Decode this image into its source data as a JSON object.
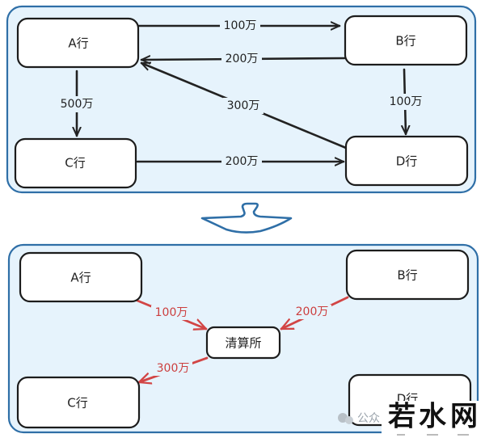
{
  "before": {
    "title": "bilateral-settlement",
    "nodes": {
      "A": "A行",
      "B": "B行",
      "C": "C行",
      "D": "D行"
    },
    "edges": [
      {
        "from": "A",
        "to": "B",
        "label": "100万"
      },
      {
        "from": "B",
        "to": "A",
        "label": "200万"
      },
      {
        "from": "D",
        "to": "A",
        "label": "300万"
      },
      {
        "from": "A",
        "to": "C",
        "label": "500万"
      },
      {
        "from": "B",
        "to": "D",
        "label": "100万"
      },
      {
        "from": "C",
        "to": "D",
        "label": "200万"
      }
    ]
  },
  "after": {
    "title": "centralized-clearing",
    "nodes": {
      "A": "A行",
      "B": "B行",
      "C": "C行",
      "D": "D行",
      "hub": "清算所"
    },
    "edges": [
      {
        "from": "A",
        "to": "hub",
        "label": "100万"
      },
      {
        "from": "B",
        "to": "hub",
        "label": "200万"
      },
      {
        "from": "hub",
        "to": "C",
        "label": "300万"
      }
    ]
  },
  "colors": {
    "panel_fill": "#e6f3fc",
    "panel_border": "#2f6fa7",
    "edge_dark": "#222222",
    "edge_red": "#d24545"
  },
  "watermark": {
    "source_prefix": "公众",
    "brand": [
      "若",
      "水",
      "网"
    ]
  }
}
